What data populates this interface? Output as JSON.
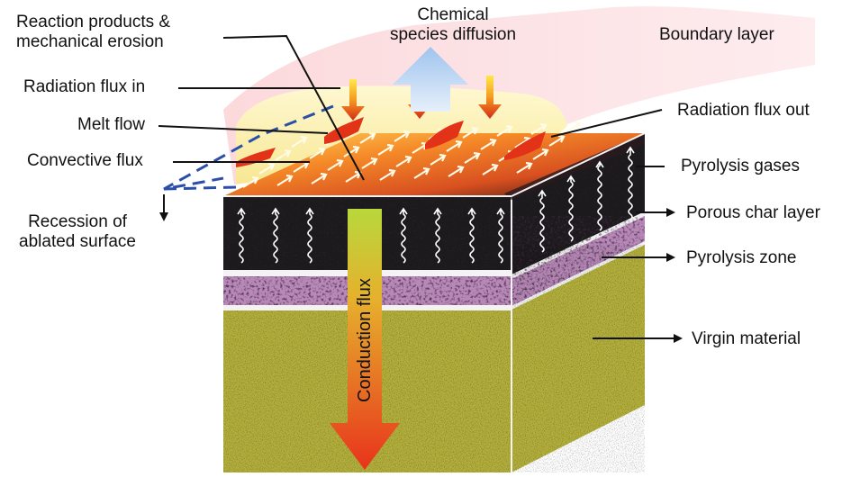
{
  "labels": {
    "reaction": [
      "Reaction products &",
      "mechanical erosion"
    ],
    "chemical": [
      "Chemical",
      "species diffusion"
    ],
    "boundary": "Boundary layer",
    "radiation_in": "Radiation flux in",
    "melt_flow": "Melt flow",
    "radiation_out": "Radiation flux out",
    "convective": "Convective flux",
    "pyrolysis_gases": "Pyrolysis gases",
    "recession": [
      "Recession of",
      "ablated surface"
    ],
    "porous_char": "Porous char layer",
    "pyrolysis_zone": "Pyrolysis zone",
    "virgin": "Virgin material",
    "conduction": "Conduction flux"
  },
  "colors": {
    "char": "#1c1a1c",
    "pyrolysis_zone": "#b889b8",
    "virgin": "#b4b03c",
    "boundary_layer": "#f9c9cf",
    "hot_surface": "#f07a1e",
    "conduction_top": "#b5d43a",
    "conduction_bottom": "#e8331c",
    "recession_line": "#2b4fa8"
  }
}
